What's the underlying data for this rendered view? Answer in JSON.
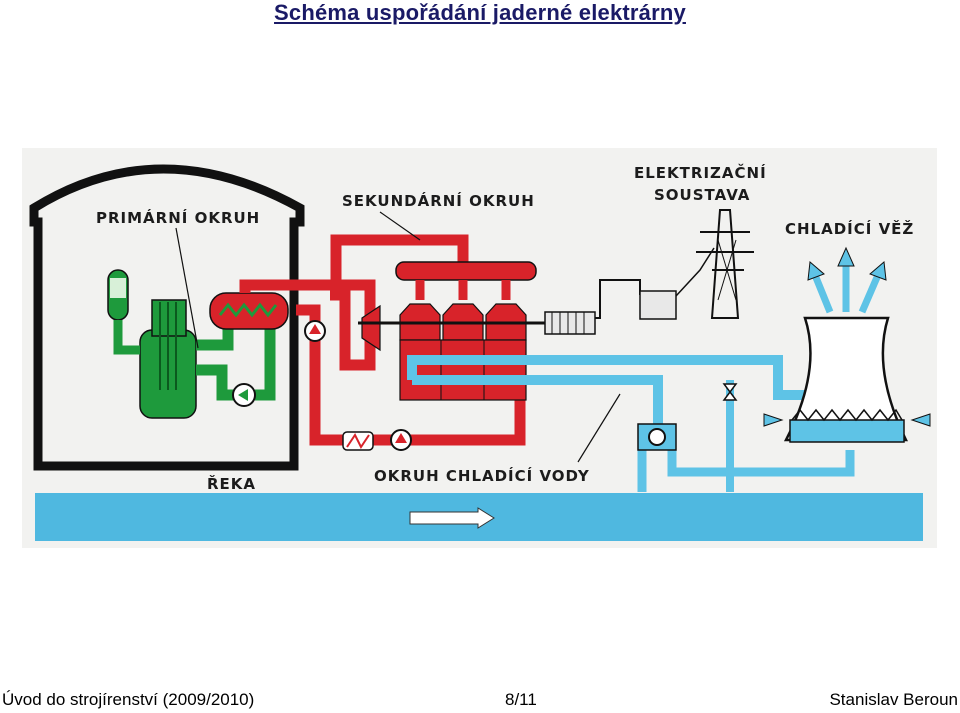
{
  "title": "Schéma uspořádání jaderné elektrárny",
  "diagram": {
    "labels": {
      "primary_circuit": "PRIMÁRNÍ OKRUH",
      "secondary_circuit": "SEKUNDÁRNÍ OKRUH",
      "grid_line1": "ELEKTRIZAČNÍ",
      "grid_line2": "SOUSTAVA",
      "cooling_tower": "CHLADÍCÍ VĚŽ",
      "river": "ŘEKA",
      "cooling_water_circuit": "OKRUH CHLADÍCÍ VODY"
    },
    "colors": {
      "primary": "#1e9a3c",
      "secondary": "#d8232a",
      "cooling": "#5ec3e6",
      "river": "#4fb8e0",
      "outline": "#111111"
    }
  },
  "footer": {
    "course": "Úvod do strojírenství (2009/2010)",
    "page": "8/11",
    "author": "Stanislav Beroun"
  }
}
